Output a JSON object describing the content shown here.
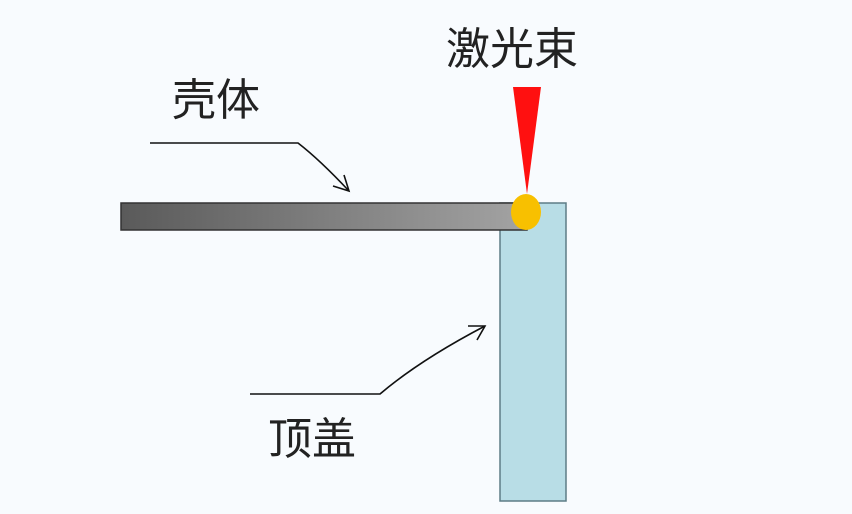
{
  "labels": {
    "laser_beam": "激光束",
    "shell": "壳体",
    "top_cover": "顶盖"
  },
  "colors": {
    "laser": "#ff1010",
    "weld": "#f8c000",
    "shell_dark": "#555555",
    "shell_light": "#a0a0a0",
    "cover": "#b8dde6",
    "background": "#f8fbfe"
  }
}
